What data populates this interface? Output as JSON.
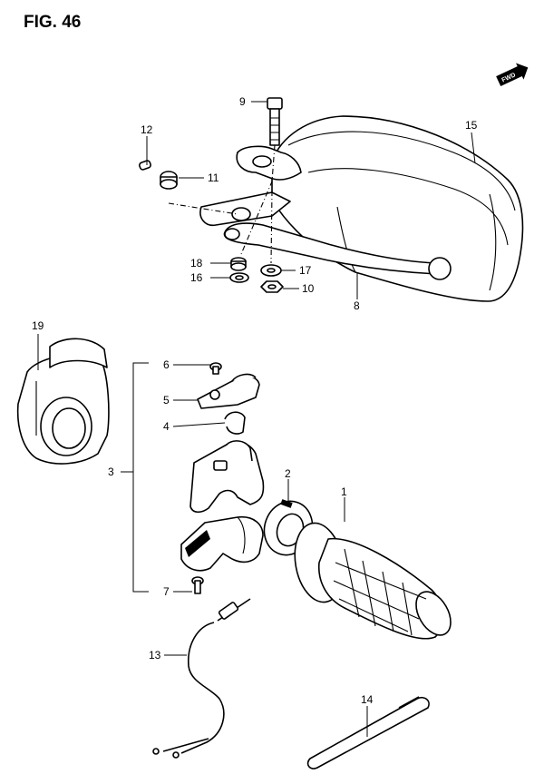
{
  "figure": {
    "title": "FIG. 46",
    "direction_label": "FWD"
  },
  "callouts": [
    {
      "id": "c1",
      "label": "1"
    },
    {
      "id": "c2",
      "label": "2"
    },
    {
      "id": "c3",
      "label": "3"
    },
    {
      "id": "c4",
      "label": "4"
    },
    {
      "id": "c5",
      "label": "5"
    },
    {
      "id": "c6",
      "label": "6"
    },
    {
      "id": "c7",
      "label": "7"
    },
    {
      "id": "c8",
      "label": "8"
    },
    {
      "id": "c9",
      "label": "9"
    },
    {
      "id": "c10",
      "label": "10"
    },
    {
      "id": "c11",
      "label": "11"
    },
    {
      "id": "c12",
      "label": "12"
    },
    {
      "id": "c13",
      "label": "13"
    },
    {
      "id": "c14",
      "label": "14"
    },
    {
      "id": "c15",
      "label": "15"
    },
    {
      "id": "c16",
      "label": "16"
    },
    {
      "id": "c17",
      "label": "17"
    },
    {
      "id": "c18",
      "label": "18"
    },
    {
      "id": "c19",
      "label": "19"
    }
  ]
}
